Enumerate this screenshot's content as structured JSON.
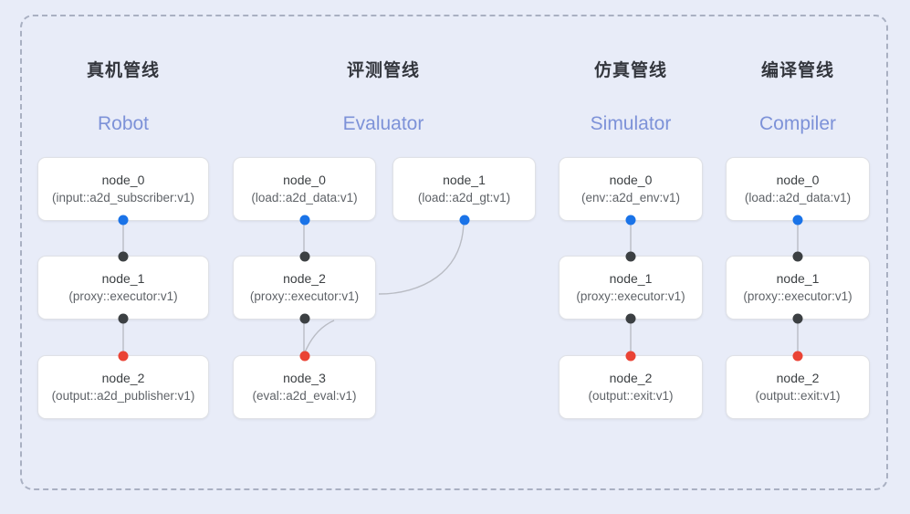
{
  "diagram": {
    "frame_style": "dashed-rounded-container",
    "background_color": "#e8ecf8",
    "accent_blue": "#1a73e8",
    "accent_red": "#ea4335",
    "accent_black": "#3c4043",
    "subtitle_color": "#7d92d8"
  },
  "columns": [
    {
      "title": "真机管线",
      "subtitle": "Robot",
      "nodes": [
        {
          "name": "node_0",
          "spec": "(input::a2d_subscriber:v1)"
        },
        {
          "name": "node_1",
          "spec": "(proxy::executor:v1)"
        },
        {
          "name": "node_2",
          "spec": "(output::a2d_publisher:v1)"
        }
      ]
    },
    {
      "title": "评测管线",
      "subtitle": "Evaluator",
      "nodes": [
        {
          "name": "node_0",
          "spec": "(load::a2d_data:v1)"
        },
        {
          "name": "node_1",
          "spec": "(load::a2d_gt:v1)"
        },
        {
          "name": "node_2",
          "spec": "(proxy::executor:v1)"
        },
        {
          "name": "node_3",
          "spec": "(eval::a2d_eval:v1)"
        }
      ]
    },
    {
      "title": "仿真管线",
      "subtitle": "Simulator",
      "nodes": [
        {
          "name": "node_0",
          "spec": "(env::a2d_env:v1)"
        },
        {
          "name": "node_1",
          "spec": "(proxy::executor:v1)"
        },
        {
          "name": "node_2",
          "spec": "(output::exit:v1)"
        }
      ]
    },
    {
      "title": "编译管线",
      "subtitle": "Compiler",
      "nodes": [
        {
          "name": "node_0",
          "spec": "(load::a2d_data:v1)"
        },
        {
          "name": "node_1",
          "spec": "(proxy::executor:v1)"
        },
        {
          "name": "node_2",
          "spec": "(output::exit:v1)"
        }
      ]
    }
  ]
}
